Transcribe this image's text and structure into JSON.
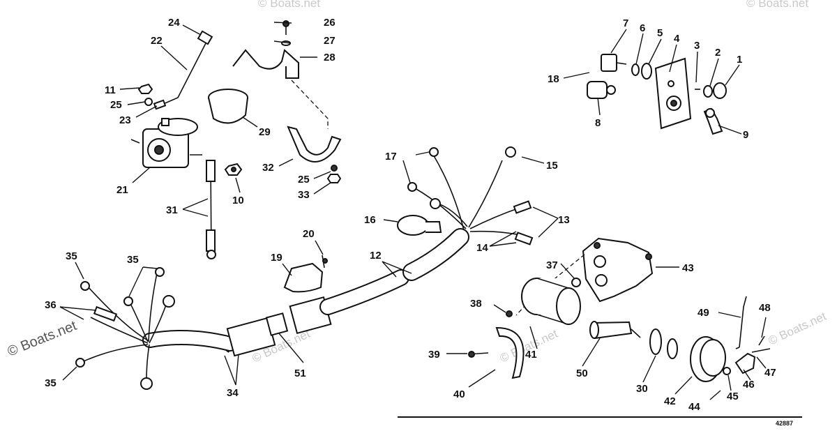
{
  "watermark": {
    "main": "© Boats.net",
    "faint": "© Boats.net"
  },
  "drawing_number": "42887",
  "callouts": {
    "c1": "1",
    "c2": "2",
    "c3": "3",
    "c4": "4",
    "c5": "5",
    "c6": "6",
    "c7": "7",
    "c8": "8",
    "c9": "9",
    "c10": "10",
    "c11": "11",
    "c12": "12",
    "c13": "13",
    "c14": "14",
    "c15": "15",
    "c16": "16",
    "c17": "17",
    "c18": "18",
    "c19": "19",
    "c20": "20",
    "c21": "21",
    "c22": "22",
    "c23": "23",
    "c24": "24",
    "c25a": "25",
    "c25b": "25",
    "c26": "26",
    "c27": "27",
    "c28": "28",
    "c29": "29",
    "c30": "30",
    "c31": "31",
    "c32": "32",
    "c33": "33",
    "c34": "34",
    "c35a": "35",
    "c35b": "35",
    "c35c": "35",
    "c36": "36",
    "c37": "37",
    "c38": "38",
    "c39": "39",
    "c40": "40",
    "c41": "41",
    "c42": "42",
    "c43": "43",
    "c44": "44",
    "c45": "45",
    "c46": "46",
    "c47": "47",
    "c48": "48",
    "c49": "49",
    "c50": "50",
    "c51": "51"
  }
}
